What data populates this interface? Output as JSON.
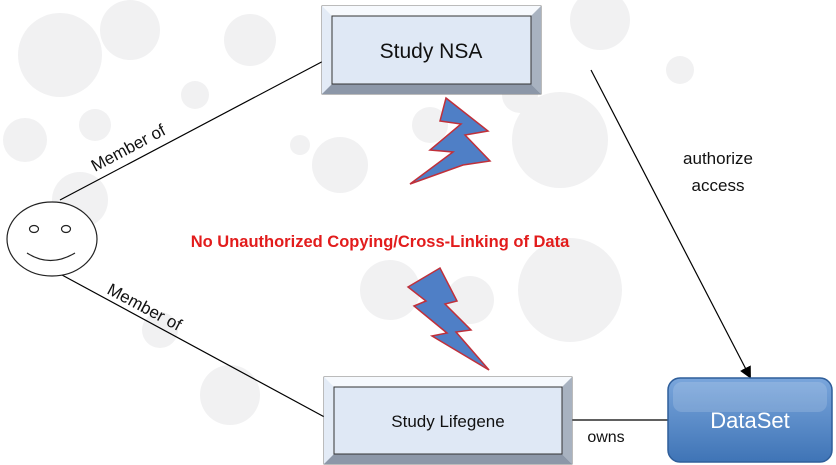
{
  "diagram": {
    "nodes": {
      "study_nsa": "Study NSA",
      "study_lifegene": "Study Lifegene",
      "dataset": "DataSet"
    },
    "edges": {
      "member_of_top": "Member of",
      "member_of_bottom": "Member of",
      "authorize_line1": "authorize",
      "authorize_line2": "access",
      "owns": "owns"
    },
    "warning": "No Unauthorized Copying/Cross-Linking of Data"
  },
  "colors": {
    "box_fill": "#dfe8f5",
    "box_bevel_light": "#eef3fa",
    "box_bevel_dark": "#9aa4b3",
    "dataset_fill": "#4f86c6",
    "lightning_fill": "#4f7fc6",
    "lightning_stroke": "#c0303a",
    "warning_text": "#e21c1c",
    "background_circles": "#f1f1f2"
  },
  "icons": {
    "person": "smiley-face-icon",
    "conflict": "lightning-bolt-icon"
  }
}
